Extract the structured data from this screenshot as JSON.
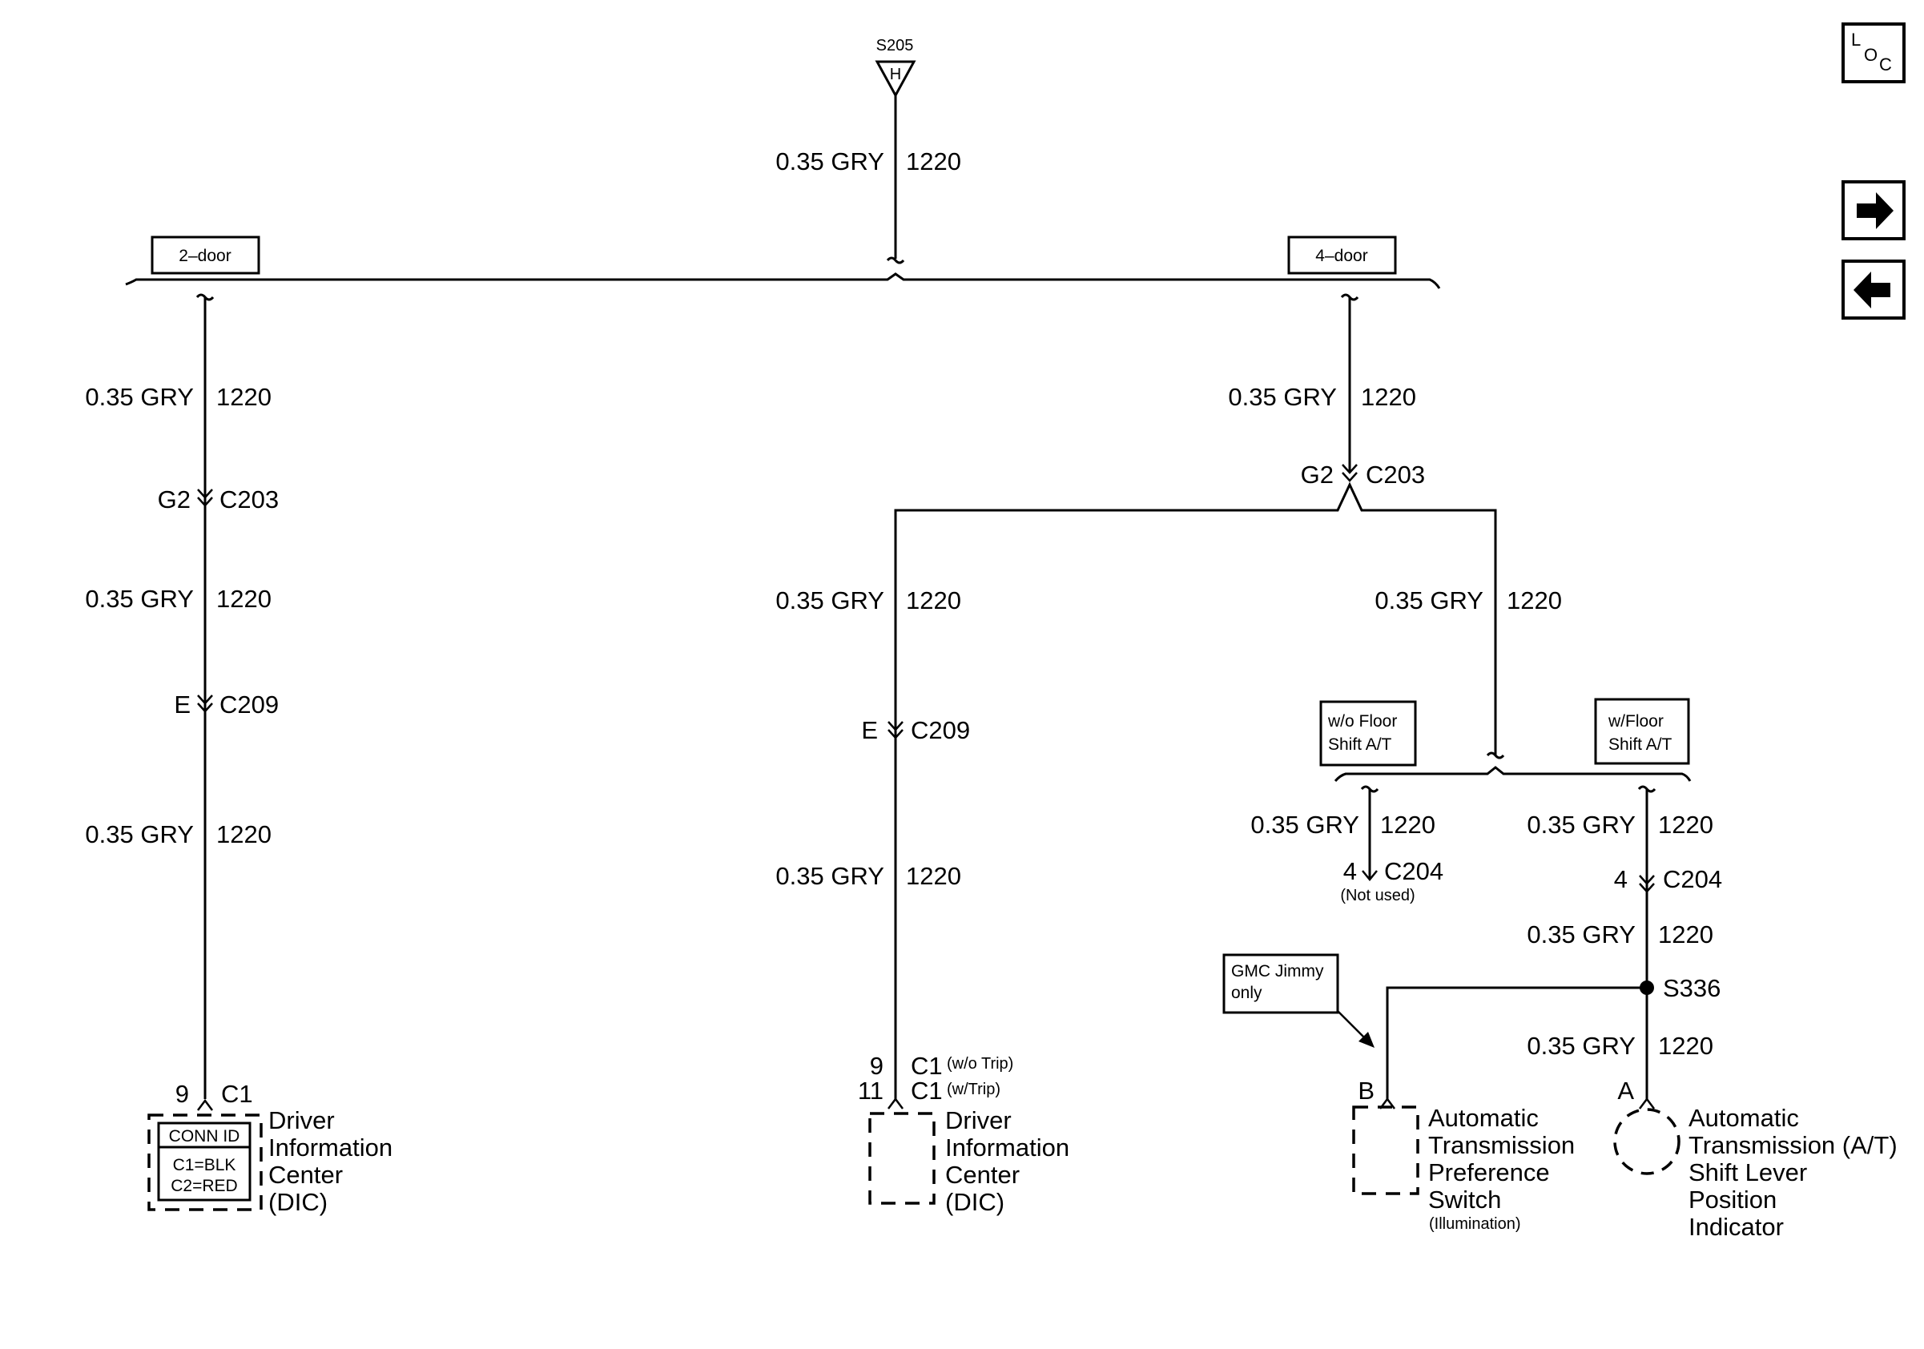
{
  "splice_top": {
    "id": "S205",
    "pin": "H"
  },
  "wire": {
    "gauge_color": "0.35 GRY",
    "circuit": "1220"
  },
  "options": {
    "two_door": "2–door",
    "four_door": "4–door",
    "wo_floor": [
      "w/o Floor",
      "Shift A/T"
    ],
    "w_floor": [
      "w/Floor",
      "Shift A/T"
    ],
    "gmc": [
      "GMC Jimmy",
      "only"
    ]
  },
  "connectors": {
    "g2": "G2",
    "c203": "C203",
    "e": "E",
    "c209": "C209",
    "pin4": "4",
    "c204": "C204",
    "not_used": "(Not used)",
    "pin9": "9",
    "pin11": "11",
    "c1": "C1",
    "wo_trip": "(w/o Trip)",
    "w_trip": "(w/Trip)",
    "s336": "S336",
    "pin_b": "B",
    "pin_a": "A"
  },
  "conn_id": {
    "title": "CONN ID",
    "c1": "C1=BLK",
    "c2": "C2=RED"
  },
  "components": {
    "dic": [
      "Driver",
      "Information",
      "Center",
      "(DIC)"
    ],
    "atps": [
      "Automatic",
      "Transmission",
      "Preference",
      "Switch"
    ],
    "atps_note": "(Illumination)",
    "atsl": [
      "Automatic",
      "Transmission (A/T)",
      "Shift Lever",
      "Position",
      "Indicator"
    ]
  },
  "nav": {
    "loc": {
      "l": "L",
      "o": "O",
      "c": "C"
    },
    "next_icon": "right-arrow-icon",
    "prev_icon": "left-arrow-icon"
  }
}
